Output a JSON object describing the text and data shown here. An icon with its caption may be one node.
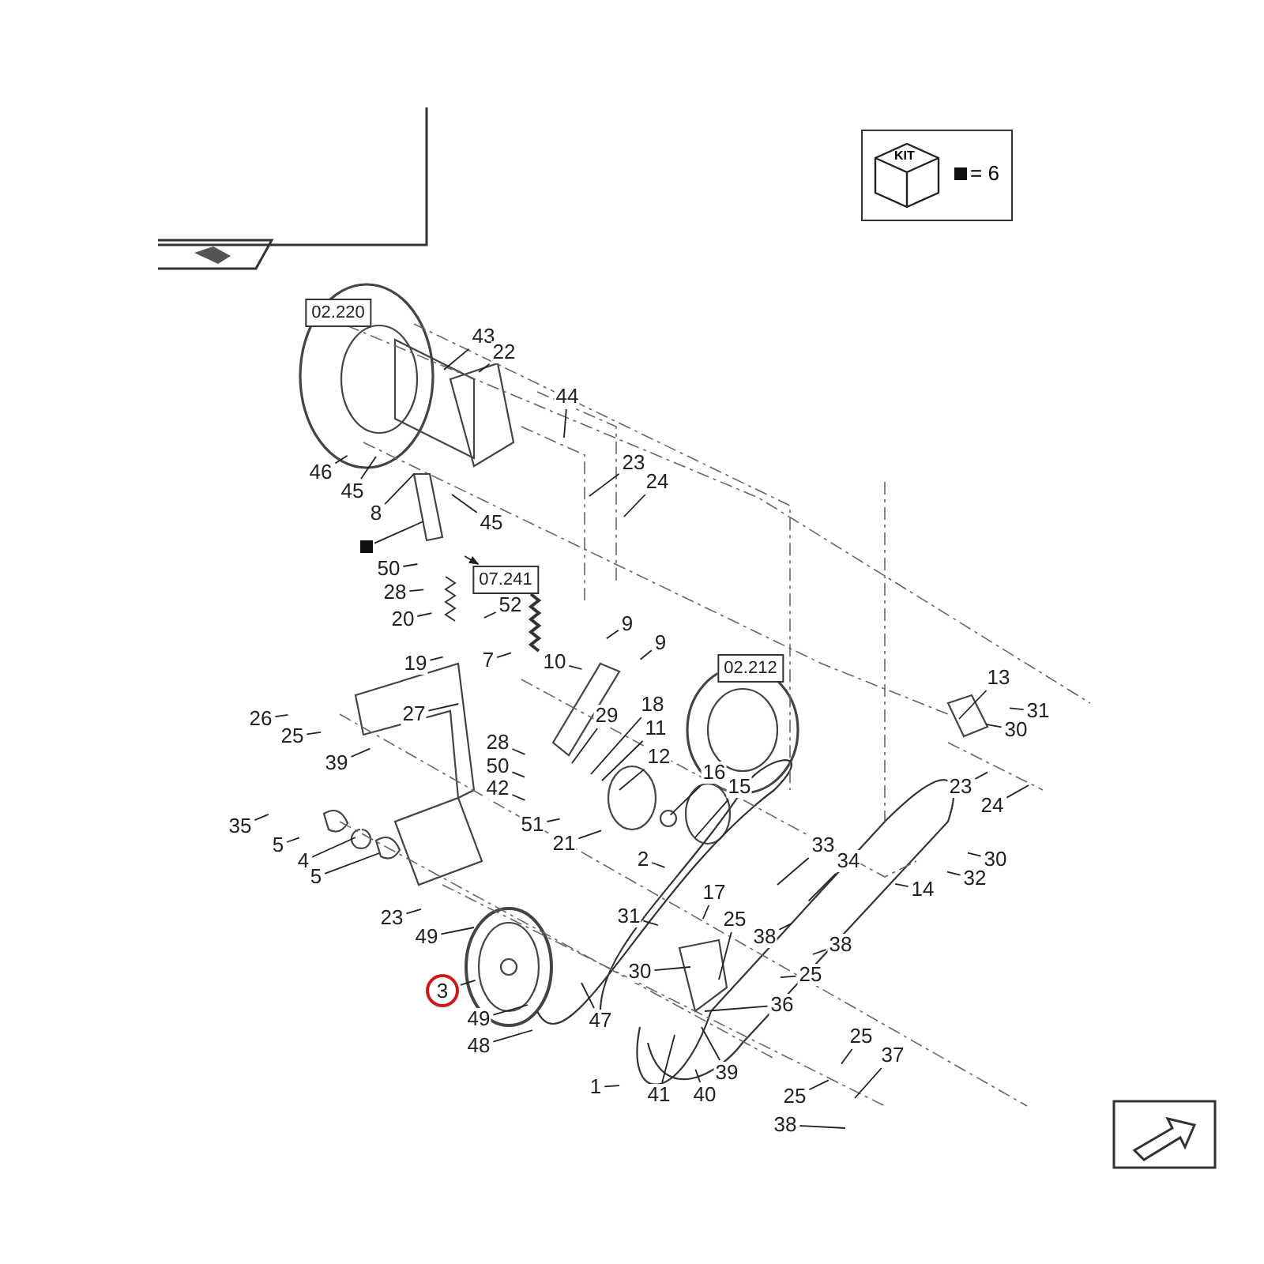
{
  "diagram": {
    "nodes": [
      {
        "text": [
          "02.220"
        ]
      },
      {
        "text": [
          "43"
        ]
      },
      {
        "text": [
          "22"
        ]
      },
      {
        "text": [
          "44"
        ]
      },
      {
        "text": [
          "46"
        ]
      },
      {
        "text": [
          "23"
        ]
      },
      {
        "text": [
          "45"
        ]
      },
      {
        "text": [
          "24"
        ]
      },
      {
        "text": [
          "8"
        ]
      },
      {
        "text": [],
        "shape": "box"
      },
      {
        "text": [
          "45"
        ]
      },
      {
        "text": [
          "50"
        ]
      },
      {
        "text": [
          "07.241"
        ]
      },
      {
        "text": [
          "28"
        ]
      },
      {
        "text": [
          "20"
        ]
      },
      {
        "text": [
          "52"
        ]
      },
      {
        "text": [
          "9"
        ]
      },
      {
        "text": [
          "9"
        ]
      },
      {
        "text": [
          "19"
        ]
      },
      {
        "text": [
          "7"
        ]
      },
      {
        "text": [
          "10"
        ]
      },
      {
        "text": [
          "02.212"
        ]
      },
      {
        "text": [
          "13"
        ]
      },
      {
        "text": [
          "29"
        ]
      },
      {
        "text": [
          "18"
        ]
      },
      {
        "text": [
          "31"
        ]
      },
      {
        "text": [
          "26"
        ]
      },
      {
        "text": [
          "27"
        ]
      },
      {
        "text": [
          "11"
        ]
      },
      {
        "text": [
          "30"
        ]
      },
      {
        "text": [
          "25"
        ]
      },
      {
        "text": [
          "28"
        ]
      },
      {
        "text": [
          "12"
        ]
      },
      {
        "text": [
          "39"
        ]
      },
      {
        "text": [
          "50"
        ]
      },
      {
        "text": [
          "16"
        ]
      },
      {
        "text": [
          "15"
        ]
      },
      {
        "text": [
          "23"
        ]
      },
      {
        "text": [
          "42"
        ]
      },
      {
        "text": [
          "24"
        ]
      },
      {
        "text": [
          "35"
        ]
      },
      {
        "text": [
          "51"
        ]
      },
      {
        "text": [
          "5"
        ]
      },
      {
        "text": [
          "21"
        ]
      },
      {
        "text": [
          "33"
        ]
      },
      {
        "text": [
          "2"
        ]
      },
      {
        "text": [
          "30"
        ]
      },
      {
        "text": [
          "4"
        ]
      },
      {
        "text": [
          "34"
        ]
      },
      {
        "text": [
          "5"
        ]
      },
      {
        "text": [
          "32"
        ]
      },
      {
        "text": [
          "14"
        ]
      },
      {
        "text": [
          "17"
        ]
      },
      {
        "text": [
          "23"
        ]
      },
      {
        "text": [
          "25"
        ]
      },
      {
        "text": [
          "31"
        ]
      },
      {
        "text": [
          "49"
        ]
      },
      {
        "text": [
          "38"
        ]
      },
      {
        "text": [
          "38"
        ]
      },
      {
        "text": [
          "30"
        ]
      },
      {
        "text": [
          "25"
        ]
      },
      {
        "text": [
          "3"
        ]
      },
      {
        "text": [
          "36"
        ]
      },
      {
        "text": [
          "49"
        ]
      },
      {
        "text": [
          "47"
        ]
      },
      {
        "text": [
          "25"
        ]
      },
      {
        "text": [
          "48"
        ]
      },
      {
        "text": [
          "37"
        ]
      },
      {
        "text": [
          "39"
        ]
      },
      {
        "text": [
          "1"
        ]
      },
      {
        "text": [
          "41"
        ]
      },
      {
        "text": [
          "40"
        ]
      },
      {
        "text": [
          "25"
        ]
      },
      {
        "text": [
          "38"
        ]
      }
    ],
    "edges": [
      {
        "from": 1,
        "to": null,
        "arrow": "none"
      },
      {
        "from": 2,
        "to": null,
        "arrow": "none"
      },
      {
        "from": 3,
        "to": null,
        "arrow": "none"
      },
      {
        "from": 4,
        "to": null,
        "arrow": "none"
      },
      {
        "from": 5,
        "to": null,
        "arrow": "none"
      },
      {
        "from": 6,
        "to": null,
        "arrow": "none"
      },
      {
        "from": 7,
        "to": null,
        "arrow": "none"
      },
      {
        "from": 8,
        "to": null,
        "arrow": "none"
      },
      {
        "from": 9,
        "to": null,
        "arrow": "none"
      },
      {
        "from": 10,
        "to": null,
        "arrow": "none"
      },
      {
        "from": 11,
        "to": null,
        "arrow": "none"
      },
      {
        "from": null,
        "to": 12,
        "arrow": "to"
      },
      {
        "from": 13,
        "to": null,
        "arrow": "none"
      },
      {
        "from": 14,
        "to": null,
        "arrow": "none"
      },
      {
        "from": 15,
        "to": null,
        "arrow": "none"
      },
      {
        "from": 16,
        "to": null,
        "arrow": "none"
      },
      {
        "from": 17,
        "to": null,
        "arrow": "none"
      },
      {
        "from": 18,
        "to": null,
        "arrow": "none"
      },
      {
        "from": 19,
        "to": null,
        "arrow": "none"
      },
      {
        "from": 20,
        "to": null,
        "arrow": "none"
      },
      {
        "from": 22,
        "to": null,
        "arrow": "none"
      },
      {
        "from": 23,
        "to": null,
        "arrow": "none"
      },
      {
        "from": 24,
        "to": null,
        "arrow": "none"
      },
      {
        "from": 25,
        "to": null,
        "arrow": "none"
      },
      {
        "from": 26,
        "to": null,
        "arrow": "none"
      },
      {
        "from": 27,
        "to": null,
        "arrow": "none"
      },
      {
        "from": 28,
        "to": null,
        "arrow": "none"
      },
      {
        "from": 29,
        "to": null,
        "arrow": "none"
      },
      {
        "from": 30,
        "to": null,
        "arrow": "none"
      },
      {
        "from": 31,
        "to": null,
        "arrow": "none"
      },
      {
        "from": 32,
        "to": null,
        "arrow": "none"
      },
      {
        "from": 33,
        "to": null,
        "arrow": "none"
      },
      {
        "from": 34,
        "to": null,
        "arrow": "none"
      },
      {
        "from": 35,
        "to": null,
        "arrow": "none"
      },
      {
        "from": 36,
        "to": null,
        "arrow": "none"
      },
      {
        "from": 37,
        "to": null,
        "arrow": "none"
      },
      {
        "from": 38,
        "to": null,
        "arrow": "none"
      },
      {
        "from": 39,
        "to": null,
        "arrow": "none"
      },
      {
        "from": 40,
        "to": null,
        "arrow": "none"
      },
      {
        "from": 41,
        "to": null,
        "arrow": "none"
      },
      {
        "from": 42,
        "to": null,
        "arrow": "none"
      },
      {
        "from": 43,
        "to": null,
        "arrow": "none"
      },
      {
        "from": 44,
        "to": null,
        "arrow": "none"
      },
      {
        "from": 45,
        "to": null,
        "arrow": "none"
      },
      {
        "from": 46,
        "to": null,
        "arrow": "none"
      },
      {
        "from": 47,
        "to": null,
        "arrow": "none"
      },
      {
        "from": 48,
        "to": null,
        "arrow": "none"
      },
      {
        "from": 49,
        "to": null,
        "arrow": "none"
      },
      {
        "from": 50,
        "to": null,
        "arrow": "none"
      },
      {
        "from": 51,
        "to": null,
        "arrow": "none"
      },
      {
        "from": 52,
        "to": null,
        "arrow": "none"
      },
      {
        "from": 53,
        "to": null,
        "arrow": "none"
      },
      {
        "from": 54,
        "to": null,
        "arrow": "none"
      },
      {
        "from": 55,
        "to": null,
        "arrow": "none"
      },
      {
        "from": 56,
        "to": null,
        "arrow": "none"
      },
      {
        "from": 57,
        "to": null,
        "arrow": "none"
      },
      {
        "from": 58,
        "to": null,
        "arrow": "none"
      },
      {
        "from": 59,
        "to": null,
        "arrow": "none"
      },
      {
        "from": 60,
        "to": null,
        "arrow": "none"
      },
      {
        "from": 61,
        "to": null,
        "arrow": "none"
      },
      {
        "from": 62,
        "to": null,
        "arrow": "none"
      },
      {
        "from": 63,
        "to": null,
        "arrow": "none"
      },
      {
        "from": 64,
        "to": null,
        "arrow": "none"
      },
      {
        "from": 65,
        "to": null,
        "arrow": "none"
      },
      {
        "from": 66,
        "to": null,
        "arrow": "none"
      },
      {
        "from": 67,
        "to": null,
        "arrow": "none"
      },
      {
        "from": 68,
        "to": null,
        "arrow": "none"
      },
      {
        "from": 69,
        "to": null,
        "arrow": "none"
      },
      {
        "from": 70,
        "to": null,
        "arrow": "none"
      },
      {
        "from": 71,
        "to": null,
        "arrow": "none"
      },
      {
        "from": 72,
        "to": null,
        "arrow": "none"
      },
      {
        "from": 73,
        "to": null,
        "arrow": "none"
      }
    ],
    "labels": [
      "KIT",
      "= 6"
    ]
  }
}
